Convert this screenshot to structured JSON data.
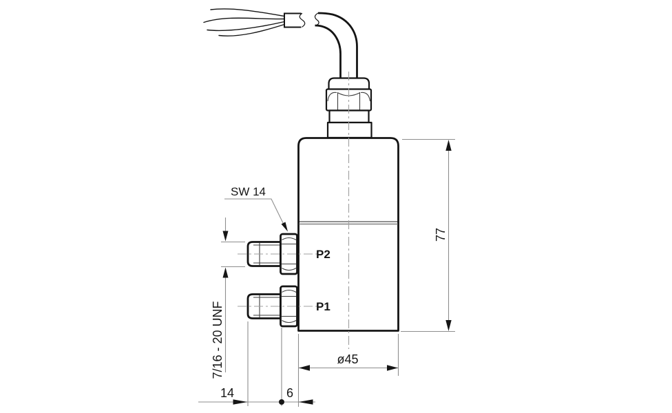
{
  "drawing": {
    "callouts": {
      "wrench_size_label": "SW 14",
      "thread_spec_label": "7/16 - 20 UNF",
      "port_top_label": "P2",
      "port_bottom_label": "P1"
    },
    "dimensions": {
      "body_height": "77",
      "body_diameter": "ø45",
      "thread_length": "14",
      "hex_offset": "6"
    },
    "colors": {
      "outline": "#141414",
      "thin_detail": "#3c3c3c",
      "dimension_line": "#8d8d8d",
      "center_line": "#9f9f9f",
      "text": "#161616",
      "background": "#ffffff"
    }
  }
}
